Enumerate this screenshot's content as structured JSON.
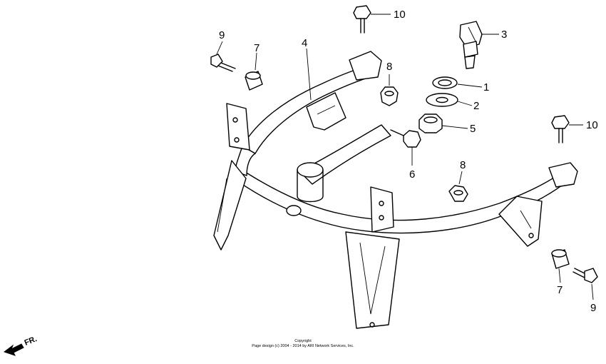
{
  "callouts": {
    "c1": "1",
    "c2": "2",
    "c3": "3",
    "c4": "4",
    "c5": "5",
    "c6": "6",
    "c7a": "7",
    "c7b": "7",
    "c8a": "8",
    "c8b": "8",
    "c9a": "9",
    "c9b": "9",
    "c10a": "10",
    "c10b": "10"
  },
  "copyright": {
    "line1": "Copyright",
    "line2": "Page design (c) 2004 - 2014 by ARI Network Services, Inc."
  },
  "direction_label": "FR."
}
